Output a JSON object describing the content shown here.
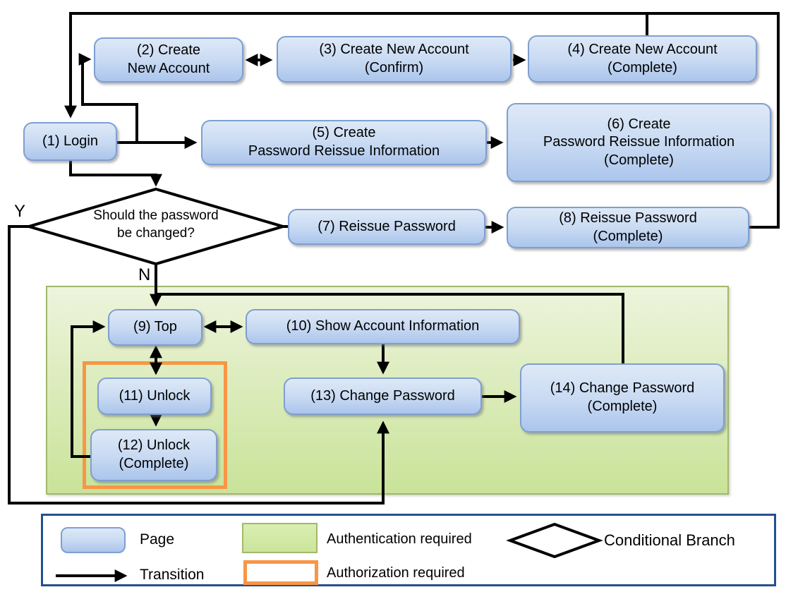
{
  "colors": {
    "line": "#000000",
    "node_fill_top": "#dee9f7",
    "node_fill_bottom": "#abc5ec",
    "node_border": "#7f9fd1",
    "auth_fill_top": "#edf4dc",
    "auth_fill_bottom": "#c9e399",
    "auth_border": "#a2b86a",
    "authz_border": "#F79646",
    "legend_border": "#24508F"
  },
  "nodes": {
    "n1": "(1) Login",
    "n2": "(2) Create\nNew Account",
    "n3": "(3) Create New Account\n(Confirm)",
    "n4": "(4) Create New Account\n(Complete)",
    "n5": "(5) Create\nPassword Reissue Information",
    "n6": "(6) Create\nPassword Reissue Information\n(Complete)",
    "n7": "(7) Reissue Password",
    "n8": "(8) Reissue Password\n(Complete)",
    "n9": "(9) Top",
    "n10": "(10) Show Account Information",
    "n11": "(11) Unlock",
    "n12": "(12) Unlock\n(Complete)",
    "n13": "(13) Change Password",
    "n14": "(14) Change Password\n(Complete)"
  },
  "decision": {
    "question": "Should the password\nbe changed?",
    "yes_label": "Y",
    "no_label": "N"
  },
  "legend": {
    "page": "Page",
    "transition": "Transition",
    "authentication": "Authentication required",
    "authorization": "Authorization required",
    "conditional": "Conditional Branch"
  }
}
